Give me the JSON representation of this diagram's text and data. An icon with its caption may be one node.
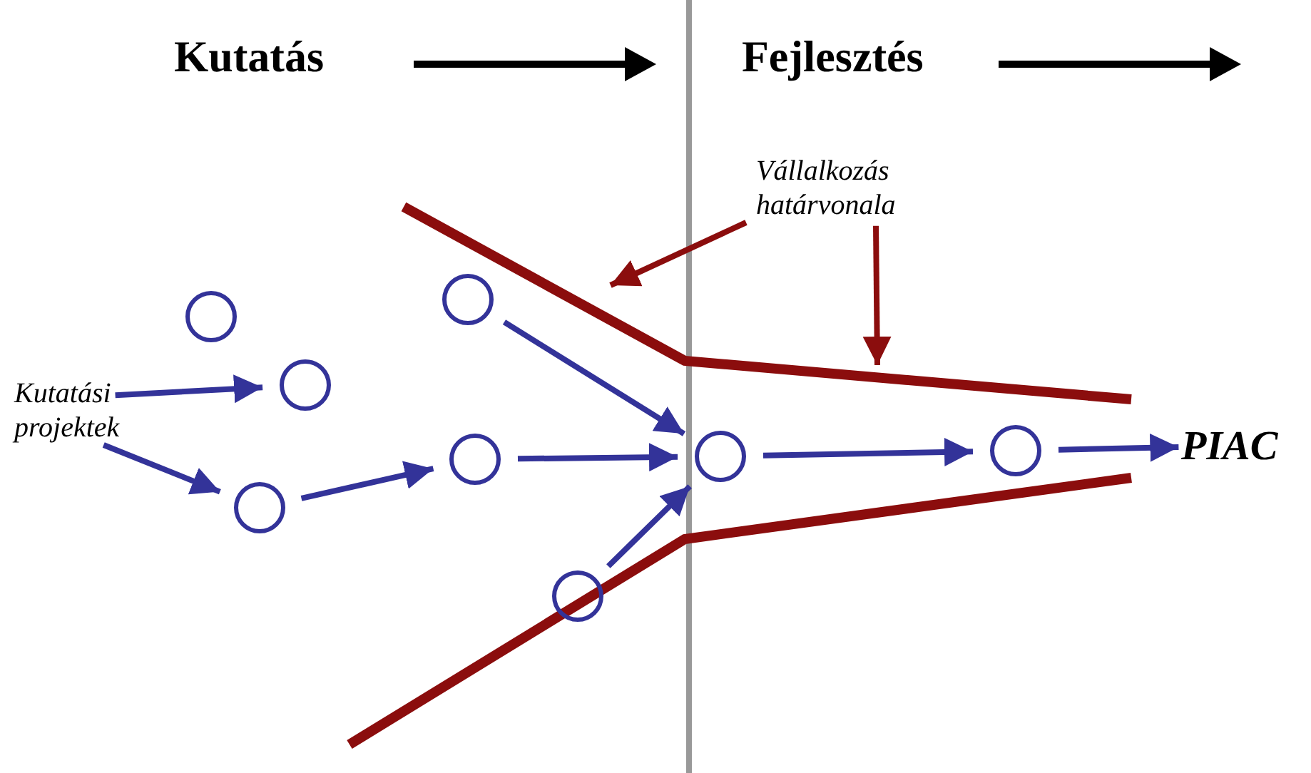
{
  "diagram": {
    "nodes": [
      {
        "text": [
          "Kutatási projektek"
        ]
      },
      {
        "text": [],
        "shape": "circle"
      },
      {
        "text": [],
        "shape": "circle"
      },
      {
        "text": [],
        "shape": "circle"
      },
      {
        "text": [],
        "shape": "circle"
      },
      {
        "text": [],
        "shape": "circle"
      },
      {
        "text": [],
        "shape": "circle"
      },
      {
        "text": [],
        "shape": "circle"
      },
      {
        "text": [],
        "shape": "circle"
      },
      {
        "text": [
          "PIAC"
        ]
      },
      {
        "text": [
          "Vállalkozás határvonala"
        ]
      }
    ],
    "edges": [
      {
        "from": 0,
        "to": 3,
        "arrow": "to"
      },
      {
        "from": 0,
        "to": 2,
        "arrow": "to"
      },
      {
        "from": 2,
        "to": 5,
        "arrow": "to"
      },
      {
        "from": 5,
        "to": 7,
        "arrow": "to"
      },
      {
        "from": 4,
        "to": 7,
        "arrow": "to"
      },
      {
        "from": 6,
        "to": 7,
        "arrow": "to"
      },
      {
        "from": 7,
        "to": 8,
        "arrow": "to"
      },
      {
        "from": 8,
        "to": 9,
        "arrow": "to"
      },
      {
        "from": 10,
        "to": null,
        "arrow": "to",
        "color": "#8b0d0d"
      },
      {
        "from": 10,
        "to": null,
        "arrow": "to",
        "color": "#8b0d0d"
      }
    ],
    "labels": [
      "Kutatás",
      "Fejlesztés"
    ]
  }
}
